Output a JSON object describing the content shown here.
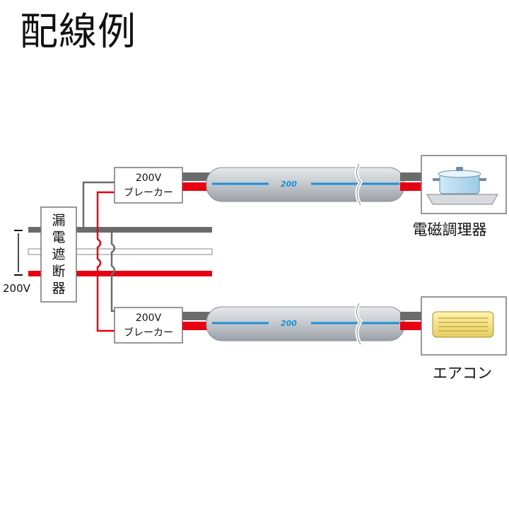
{
  "title": "配線例",
  "supply": {
    "voltage_label": "200V",
    "leakage_breaker_chars": [
      "漏",
      "電",
      "遮",
      "断",
      "器"
    ]
  },
  "branches": [
    {
      "breaker_line1": "200V",
      "breaker_line2": "ブレーカー",
      "cable_mark": "200",
      "appliance_label": "電磁調理器",
      "appliance_icon": "induction-cooker-icon"
    },
    {
      "breaker_line1": "200V",
      "breaker_line2": "ブレーカー",
      "cable_mark": "200",
      "appliance_label": "エアコン",
      "appliance_icon": "air-conditioner-icon"
    }
  ],
  "colors": {
    "live_red": "#e60012",
    "neutral_gray": "#6b6b6b",
    "cable_sheath": "#c8cdd2",
    "cable_stripe": "#1f8fd6"
  }
}
